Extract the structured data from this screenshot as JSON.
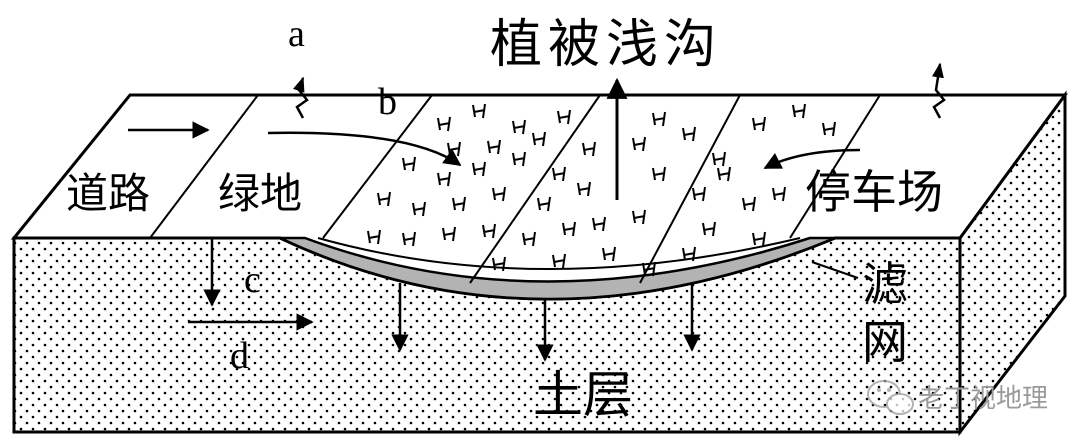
{
  "labels": {
    "title": "植被浅沟",
    "road": "道路",
    "green": "绿地",
    "parking": "停车场",
    "filter_1": "滤",
    "filter_2": "网",
    "soil": "土层",
    "a": "a",
    "b": "b",
    "c": "c",
    "d": "d"
  },
  "watermark": {
    "text": "老丁视地理",
    "icon": "wechat-icon"
  },
  "colors": {
    "line": "#000000",
    "filter": "#b3b3b3",
    "watermark": "#9a9a9a"
  }
}
